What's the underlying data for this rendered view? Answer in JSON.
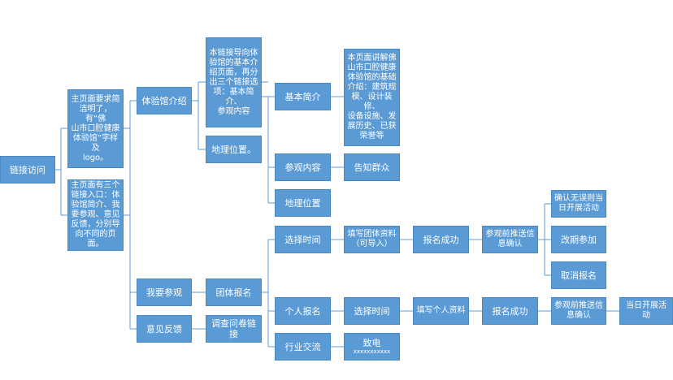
{
  "accent_color": "#5b9bd5",
  "line_color": "#5b9bd5",
  "nodes": {
    "root": "链接访问",
    "home_note1": "主页面要求简\n洁明了，有“佛\n山市口腔健康\n体验馆”字样及\nlogo。",
    "home_note2": "主页面有三个\n链接入口：体\n验馆简介、我\n要参观、意见\n反馈，分别导\n向不同的页面。",
    "intro": "体验馆介绍",
    "visit": "我要参观",
    "feedback": "意见反馈",
    "intro_note": "本链接导向体\n验馆的基本介\n绍页面，再分\n出三个链接选\n项：基本简介、\n参观内容",
    "location_top": "地理位置。",
    "group_signup": "团体报名",
    "survey_link": "调查问卷链接",
    "basic_intro": "基本简介",
    "visit_content": "参观内容",
    "location": "地理位置",
    "choose_time_1": "选择时间",
    "personal_signup": "个人报名",
    "industry": "行业交流",
    "basic_note": "本页面讲解佛\n山市口腔健康\n体验馆的基础\n介绍：建筑规\n模、设计装修、\n设备设施、发\n展历史、已获\n荣誉等",
    "notify_public": "告知群众",
    "fill_group": "填写团体资料\n（可导入）",
    "choose_time_2": "选择时间",
    "call_label": "致电",
    "call_number": "xxxxxxxxxxx",
    "signup_ok_1": "报名成功",
    "fill_personal": "填写个人资料",
    "confirm_1": "参观前推送信\n息确认",
    "signup_ok_2": "报名成功",
    "confirm_ok": "确认无误则当\n日开展活动",
    "reschedule": "改期参加",
    "cancel": "取消报名",
    "confirm_2": "参观前推送信\n息确认",
    "same_day": "当日开展活动"
  }
}
